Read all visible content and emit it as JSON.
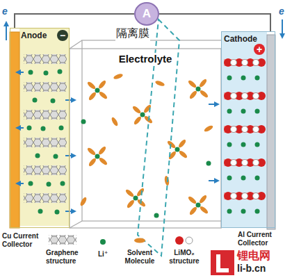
{
  "diagram": {
    "nodes": [
      {
        "text": [
          "A"
        ]
      },
      {
        "text": [
          "Anode"
        ]
      },
      {
        "text": [
          "Electrolyte"
        ]
      },
      {
        "text": [
          "Cathode"
        ]
      }
    ],
    "edges": [
      {
        "from": 1,
        "to": 0,
        "arrow": "none"
      },
      {
        "from": 0,
        "to": 3,
        "arrow": "none"
      }
    ],
    "labels": [
      "e",
      "e",
      "−",
      "+",
      "隔离膜",
      "Cu Current Collector",
      "Graphene structure",
      "Li⁺",
      "Solvent Molecule",
      "LiMO₂ structure",
      "Al Current Collector",
      "锂电网",
      "li-b.cn"
    ]
  }
}
